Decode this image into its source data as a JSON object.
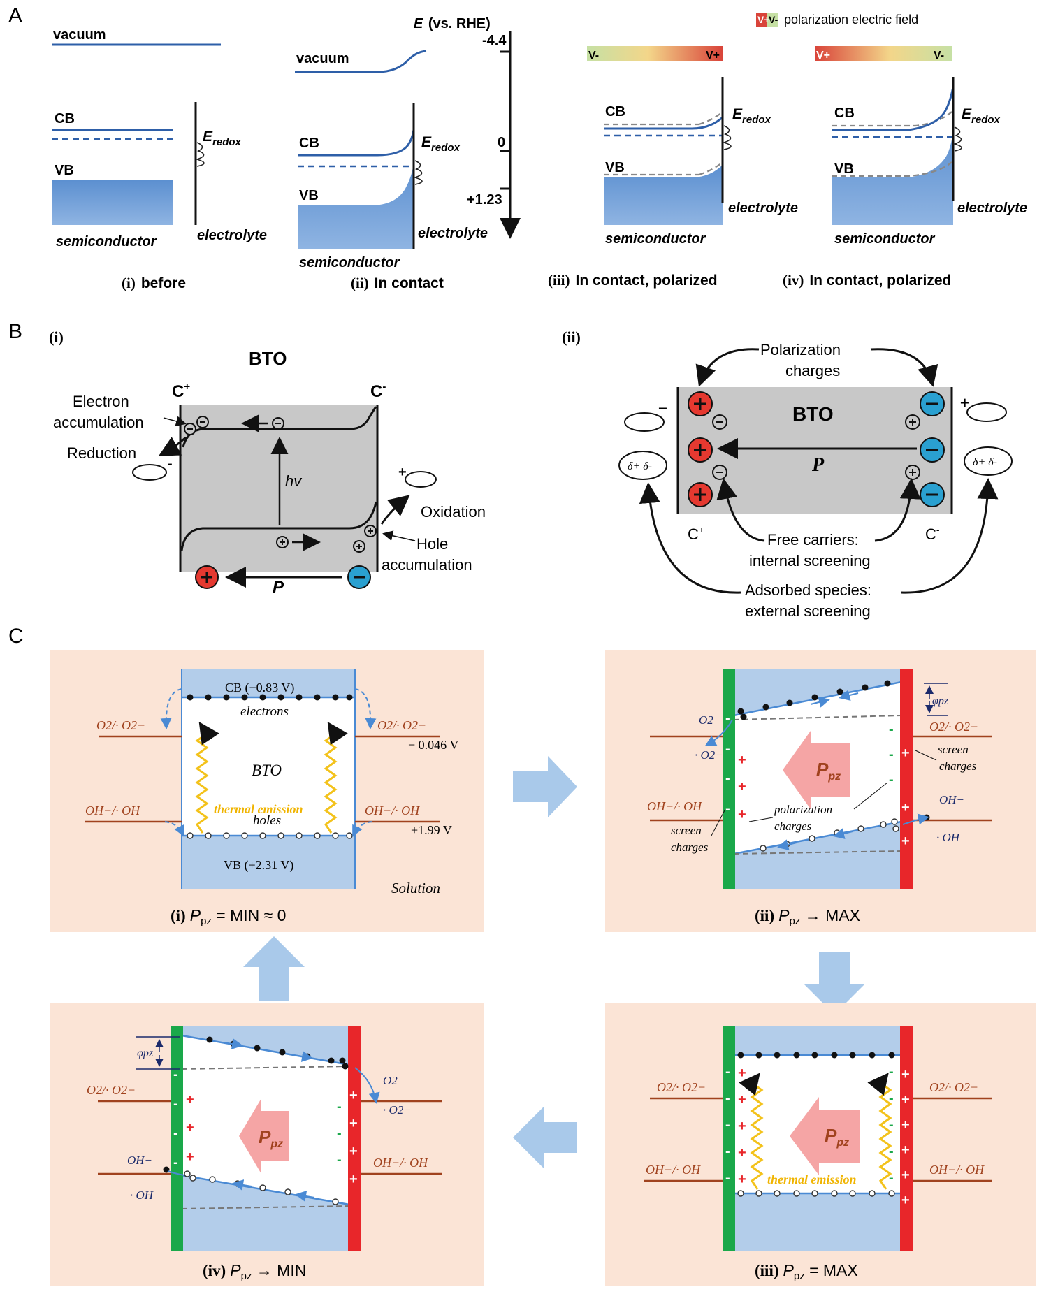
{
  "panelA": {
    "letter": "A",
    "vacuum": "vacuum",
    "cb": "CB",
    "vb": "VB",
    "e_redox_main": "E",
    "e_redox_sub": "redox",
    "semiconductor": "semiconductor",
    "electrolyte": "electrolyte",
    "axis_title": "E (vs. RHE)",
    "axis_ticks": [
      "-4.4",
      "0",
      "+1.23"
    ],
    "legend_vplus": "V+",
    "legend_vminus": "V-",
    "legend_text": "polarization electric field",
    "caption_i_num": "(i)",
    "caption_i_text": "before",
    "caption_ii_num": "(ii)",
    "caption_ii_text": "In contact",
    "caption_iii_num": "(iii)",
    "caption_iii_text": "In contact, polarized",
    "caption_iv_num": "(iv)",
    "caption_iv_text": "In contact, polarized"
  },
  "panelB": {
    "letter": "B",
    "sub_i": "(i)",
    "sub_ii": "(ii)",
    "bto": "BTO",
    "c_plus": "C",
    "c_minus": "C",
    "electron_acc_1": "Electron",
    "electron_acc_2": "accumulation",
    "reduction": "Reduction",
    "oxidation": "Oxidation",
    "hole_acc_1": "Hole",
    "hole_acc_2": "accumulation",
    "hv": "hv",
    "p": "P",
    "pol_charges_1": "Polarization",
    "pol_charges_2": "charges",
    "free_carriers_1": "Free carriers:",
    "free_carriers_2": "internal screening",
    "adsorbed_1": "Adsorbed species:",
    "adsorbed_2": "external screening",
    "delta": "δ+ δ-"
  },
  "panelC": {
    "letter": "C",
    "cb_label": "CB (−0.83 V)",
    "vb_label": "VB (+2.31 V)",
    "electrons": "electrons",
    "holes": "holes",
    "bto": "BTO",
    "thermal_emission": "thermal emission",
    "solution": "Solution",
    "o2_couple": "O2/· O2−",
    "oh_couple": "OH−/· OH",
    "v_o2": "− 0.046 V",
    "v_oh": "+1.99 V",
    "ppz": "P",
    "ppz_sub": "pz",
    "screen_charges_1": "screen",
    "screen_charges_2": "charges",
    "polarization_charges_1": "polarization",
    "polarization_charges_2": "charges",
    "phi": "φpz",
    "o2": "O2",
    "o2_radical": "· O2−",
    "oh_minus": "OH−",
    "oh_radical": "· OH",
    "caption_i_num": "(i)",
    "caption_i_text": " = MIN ≈ 0",
    "caption_ii_num": "(ii)",
    "caption_ii_text": " → MAX",
    "caption_iii_num": "(iii)",
    "caption_iii_text": " = MAX",
    "caption_iv_num": "(iv)",
    "caption_iv_text": " → MIN"
  },
  "colors": {
    "band_blue": "#2e5fa8",
    "band_fill": "#6b9bd6",
    "peach": "#fbe4d6",
    "panel_blue": "#b3cdea",
    "green": "#1aa84a",
    "red": "#e8262a",
    "thermal": "#f3c21b",
    "brown": "#a0421e",
    "arrow_blue": "#a9c9ea"
  }
}
